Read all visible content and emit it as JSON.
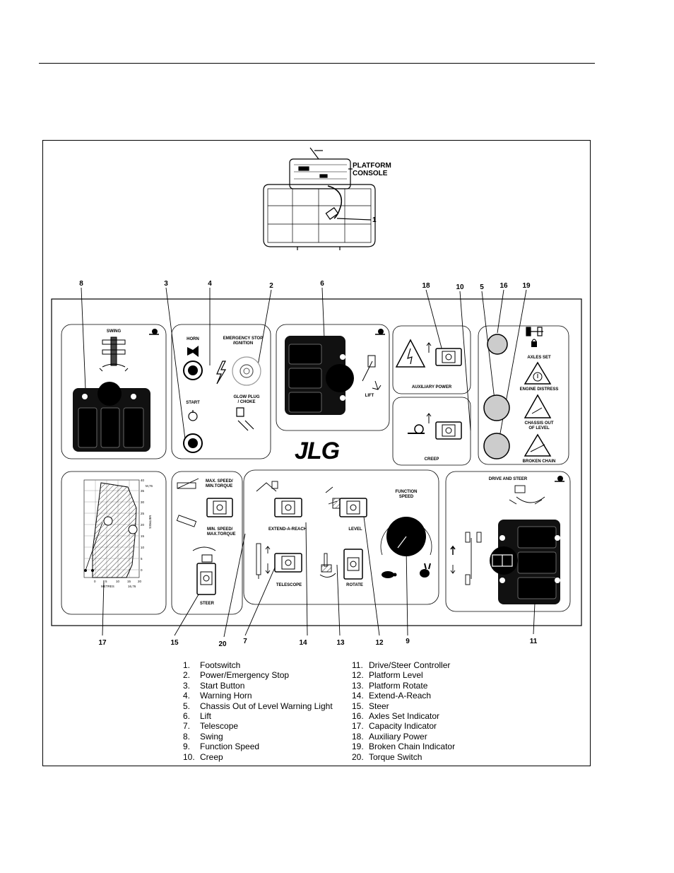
{
  "figure": {
    "callout_platform_console": [
      "PLATFORM",
      "CONSOLE"
    ],
    "callout_footswitch": "1",
    "top_callouts": [
      "8",
      "3",
      "4",
      "2",
      "6",
      "18",
      "10",
      "5",
      "16",
      "19"
    ],
    "bottom_callouts": [
      "17",
      "15",
      "20",
      "7",
      "14",
      "13",
      "12",
      "9",
      "11"
    ]
  },
  "panel": {
    "swing": "SWING",
    "horn": "HORN",
    "start": "START",
    "emergency_stop": [
      "EMERGENCY STOP",
      "/IGNITION"
    ],
    "glow_plug": [
      "GLOW PLUG",
      "/ CHOKE"
    ],
    "lift": "LIFT",
    "auxiliary_power": "AUXILIARY POWER",
    "creep": "CREEP",
    "axles_set": "AXLES SET",
    "engine_distress": "ENGINE DISTRESS",
    "chassis_out_of_level": [
      "CHASSIS OUT",
      "OF LEVEL"
    ],
    "broken_chain": "BROKEN CHAIN",
    "brand": "JLG",
    "max_speed": [
      "MAX. SPEED/",
      "MIN.TORQUE"
    ],
    "min_speed": [
      "MIN. SPEED/",
      "MAX.TORQUE"
    ],
    "steer": "STEER",
    "extend_a_reach": "EXTEND-A-REACH",
    "level": "LEVEL",
    "function_speed": [
      "FUNCTION",
      "SPEED"
    ],
    "telescope": "TELESCOPE",
    "rotate": "ROTATE",
    "drive_and_steer": "DRIVE AND STEER",
    "chart_y_right": [
      "40",
      "M,76",
      "35",
      "30",
      "25",
      "20",
      "15",
      "10",
      "5",
      "0"
    ],
    "chart_y_unit": "METRES",
    "chart_x_ticks": [
      "0",
      "5",
      "10",
      "15",
      "20"
    ],
    "chart_x_unit": "METRES",
    "chart_x_extra": "16,76"
  },
  "legend": {
    "left": [
      {
        "num": "1.",
        "text": "Footswitch"
      },
      {
        "num": "2.",
        "text": "Power/Emergency Stop"
      },
      {
        "num": "3.",
        "text": "Start Button"
      },
      {
        "num": "4.",
        "text": "Warning Horn"
      },
      {
        "num": "5.",
        "text": "Chassis Out of Level Warning Light"
      },
      {
        "num": "6.",
        "text": "Lift"
      },
      {
        "num": "7.",
        "text": "Telescope"
      },
      {
        "num": "8.",
        "text": "Swing"
      },
      {
        "num": "9.",
        "text": "Function Speed"
      },
      {
        "num": "10.",
        "text": "Creep"
      }
    ],
    "right": [
      {
        "num": "11.",
        "text": "Drive/Steer Controller"
      },
      {
        "num": "12.",
        "text": "Platform Level"
      },
      {
        "num": "13.",
        "text": "Platform Rotate"
      },
      {
        "num": "14.",
        "text": "Extend-A-Reach"
      },
      {
        "num": "15.",
        "text": "Steer"
      },
      {
        "num": "16.",
        "text": "Axles Set Indicator"
      },
      {
        "num": "17.",
        "text": "Capacity Indicator"
      },
      {
        "num": "18.",
        "text": "Auxiliary Power"
      },
      {
        "num": "19.",
        "text": "Broken Chain Indicator"
      },
      {
        "num": "20.",
        "text": "Torque Switch"
      }
    ]
  }
}
